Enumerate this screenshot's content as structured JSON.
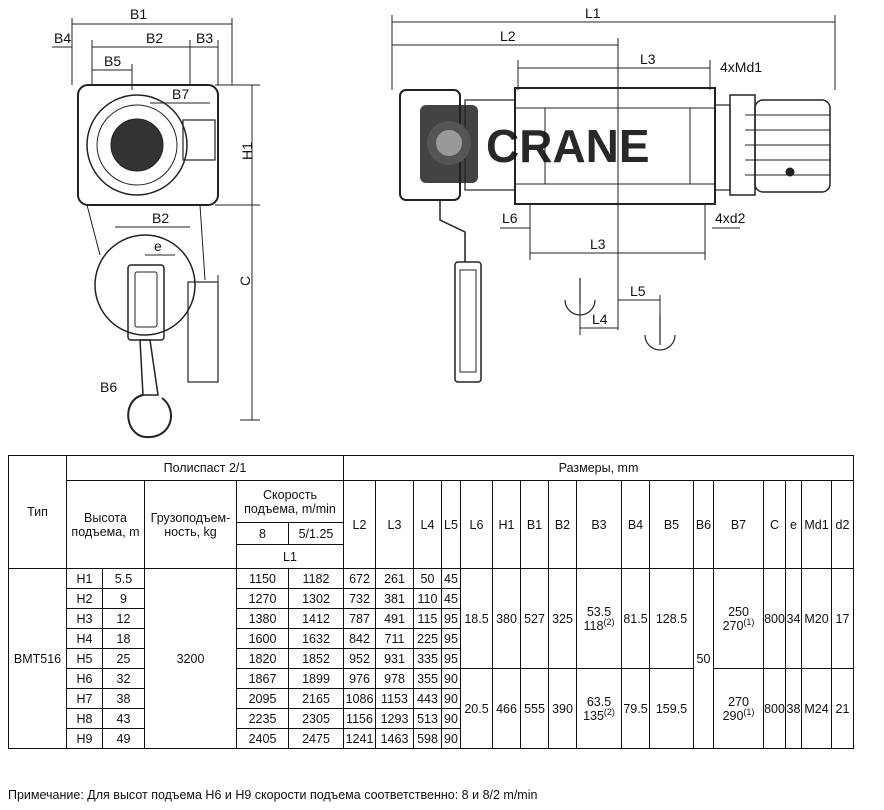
{
  "drawing": {
    "left_labels": {
      "B1": "B1",
      "B4": "B4",
      "B2": "B2",
      "B3": "B3",
      "B5": "B5",
      "B7": "B7",
      "H1": "H1",
      "C": "C",
      "B2b": "B2",
      "e": "e",
      "B6": "B6"
    },
    "right_labels": {
      "L1": "L1",
      "L2": "L2",
      "L3": "L3",
      "Md1": "4xMd1",
      "L6": "L6",
      "d2": "4xd2",
      "L3b": "L3",
      "L5": "L5",
      "L4": "L4"
    },
    "watermark": "CRANE"
  },
  "table": {
    "col_type": "Тип",
    "polispast": "Полиспаст 2/1",
    "sizes": "Размеры, mm",
    "height_label": "Высота подъема, m",
    "capacity_label": "Грузоподъем-ность, kg",
    "speed_label": "Скорость подъема, m/min",
    "speed_a": "8",
    "speed_b": "5/1.25",
    "speed_L1": "L1",
    "dim_headers": [
      "L2",
      "L3",
      "L4",
      "L5",
      "L6",
      "H1",
      "B1",
      "B2",
      "B3",
      "B4",
      "B5",
      "B6",
      "B7",
      "C",
      "e",
      "Md1",
      "d2"
    ],
    "type_name": "BMT516",
    "capacity": "3200",
    "b6": "50",
    "rows": [
      {
        "code": "H1",
        "h": "5.5",
        "s8": "1150",
        "s5": "1182",
        "l2": "672",
        "l3": "261",
        "l4": "50",
        "l5": "45"
      },
      {
        "code": "H2",
        "h": "9",
        "s8": "1270",
        "s5": "1302",
        "l2": "732",
        "l3": "381",
        "l4": "110",
        "l5": "45"
      },
      {
        "code": "H3",
        "h": "12",
        "s8": "1380",
        "s5": "1412",
        "l2": "787",
        "l3": "491",
        "l4": "115",
        "l5": "95"
      },
      {
        "code": "H4",
        "h": "18",
        "s8": "1600",
        "s5": "1632",
        "l2": "842",
        "l3": "711",
        "l4": "225",
        "l5": "95"
      },
      {
        "code": "H5",
        "h": "25",
        "s8": "1820",
        "s5": "1852",
        "l2": "952",
        "l3": "931",
        "l4": "335",
        "l5": "95"
      },
      {
        "code": "H6",
        "h": "32",
        "s8": "1867",
        "s5": "1899",
        "l2": "976",
        "l3": "978",
        "l4": "355",
        "l5": "90"
      },
      {
        "code": "H7",
        "h": "38",
        "s8": "2095",
        "s5": "2165",
        "l2": "1086",
        "l3": "1153",
        "l4": "443",
        "l5": "90"
      },
      {
        "code": "H8",
        "h": "43",
        "s8": "2235",
        "s5": "2305",
        "l2": "1156",
        "l3": "1293",
        "l4": "513",
        "l5": "90"
      },
      {
        "code": "H9",
        "h": "49",
        "s8": "2405",
        "s5": "2475",
        "l2": "1241",
        "l3": "1463",
        "l4": "598",
        "l5": "90"
      }
    ],
    "groups": [
      {
        "l6": "18.5",
        "h1": "380",
        "b1": "527",
        "b2": "325",
        "b3a": "53.5",
        "b3b": "118",
        "b3sup": "(2)",
        "b4": "81.5",
        "b5": "128.5",
        "b7a": "250",
        "b7b": "270",
        "b7sup": "(1)",
        "c": "800",
        "e": "34",
        "md1": "M20",
        "d2": "17"
      },
      {
        "l6": "20.5",
        "h1": "466",
        "b1": "555",
        "b2": "390",
        "b3a": "63.5",
        "b3b": "135",
        "b3sup": "(2)",
        "b4": "79.5",
        "b5": "159.5",
        "b7a": "270",
        "b7b": "290",
        "b7sup": "(1)",
        "c": "800",
        "e": "38",
        "md1": "M24",
        "d2": "21"
      }
    ]
  },
  "note": "Примечание: Для высот подъема H6 и H9 скорости подъема соответственно: 8 и 8/2 m/min"
}
